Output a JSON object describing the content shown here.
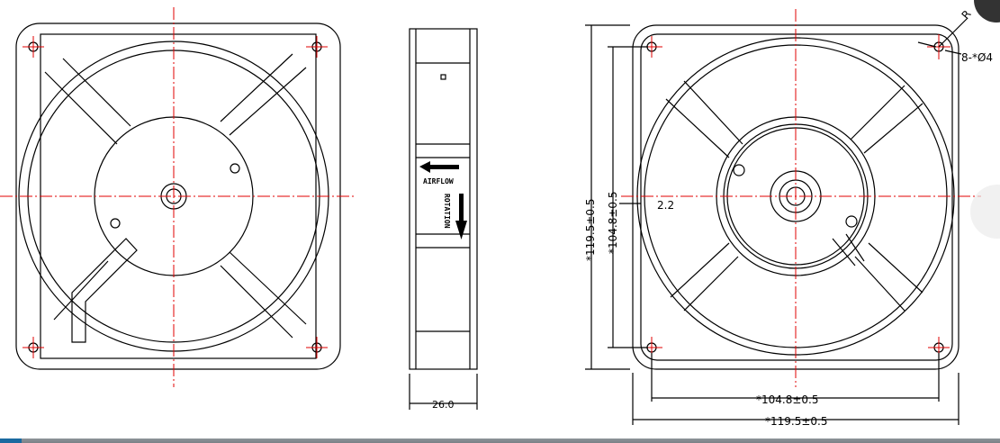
{
  "side_view": {
    "airflow_label": "AIRFLOW",
    "rotation_label": "ROTATION",
    "depth_dim": "26.0"
  },
  "rear_view": {
    "height_outer_dim": "*119.5±0.5",
    "height_hole_dim": "*104.8±0.5",
    "width_hole_dim": "*104.8±0.5",
    "width_outer_dim": "*119.5±0.5",
    "offset_dim": "2.2",
    "holes_note": "8-*Ø4",
    "radius_note": "R"
  },
  "colors": {
    "outline": "#000000",
    "centerline": "#e00000"
  }
}
